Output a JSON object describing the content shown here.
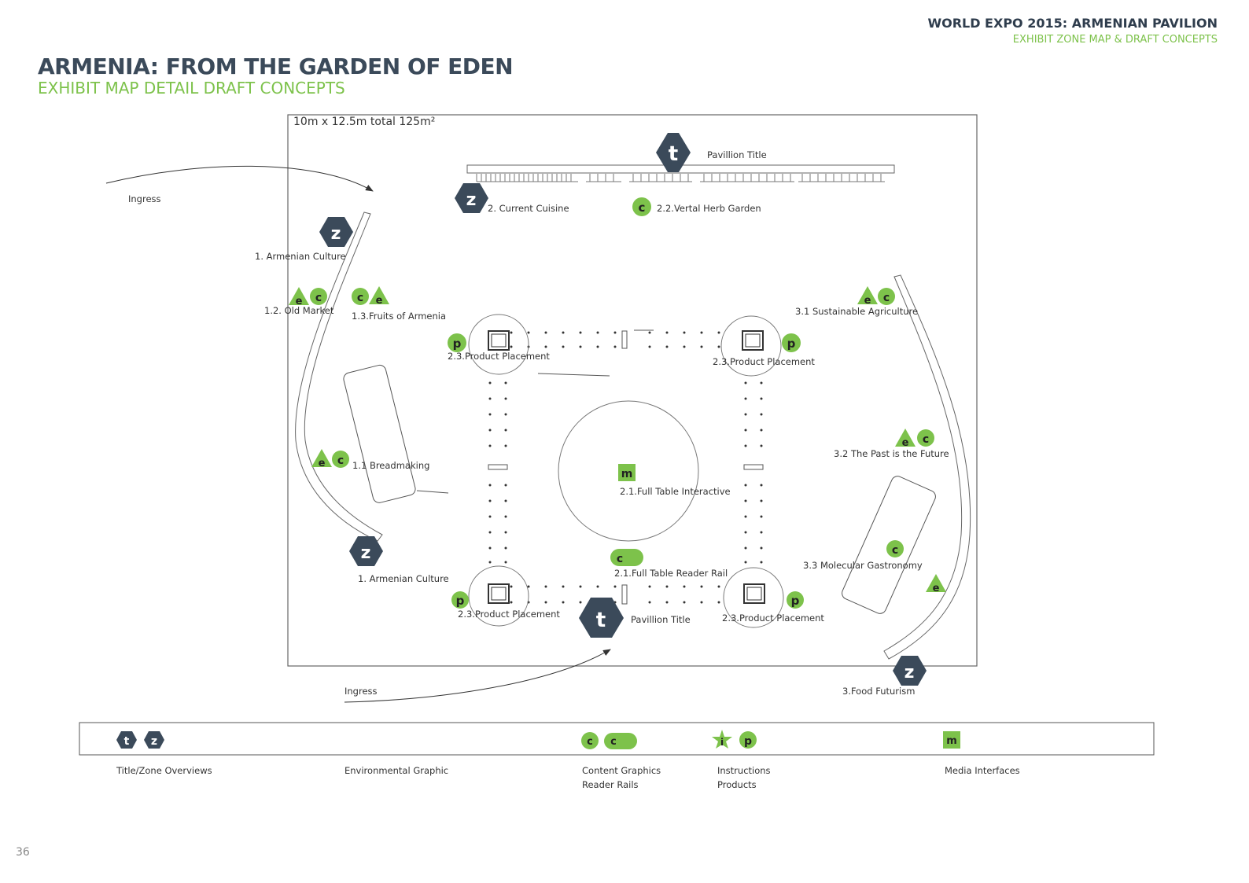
{
  "header": {
    "line1": "WORLD EXPO 2015: ARMENIAN PAVILION",
    "line2": "EXHIBIT ZONE MAP & DRAFT CONCEPTS"
  },
  "title": "ARMENIA: FROM THE GARDEN OF EDEN",
  "subtitle": "EXHIBIT MAP DETAIL DRAFT CONCEPTS",
  "plan_dimensions": "10m x 12.5m total 125m²",
  "labels": {
    "pavilion_title_top": "Pavillion Title",
    "current_cuisine": "2. Current Cuisine",
    "herb_garden": "2.2.Vertal Herb Garden",
    "ingress_top": "Ingress",
    "armenian_culture_top": "1. Armenian Culture",
    "old_market": "1.2. Old Market",
    "fruits": "1.3.Fruits of Armenia",
    "sustainable": "3.1  Sustainable Agriculture",
    "pp_top_left": "2.3.Product Placement",
    "pp_top_right": "2.3.Product Placement",
    "breadmaking": "1.1  Breadmaking",
    "past_future": "3.2  The Past is the Future",
    "full_table_interactive": "2.1.Full Table Interactive",
    "molecular": "3.3 Molecular Gastronomy",
    "full_table_rail": "2.1.Full Table Reader Rail",
    "armenian_culture_bottom": "1. Armenian Culture",
    "pp_bottom_left": "2.3.Product Placement",
    "pavilion_title_bottom": "Pavillion Title",
    "pp_bottom_right": "2.3.Product Placement",
    "ingress_bottom": "Ingress",
    "food_futurism": "3.Food Futurism"
  },
  "icons": {
    "t": "t",
    "z": "z",
    "c": "c",
    "e": "e",
    "p": "p",
    "m": "m",
    "i": "i"
  },
  "legend": {
    "title_zone": "Title/Zone Overviews",
    "environmental": "Environmental Graphic",
    "content_graphics": "Content Graphics",
    "reader_rails": "Reader Rails",
    "instructions": "Instructions",
    "products": "Products",
    "media": "Media Interfaces"
  },
  "page_number": "36",
  "colors": {
    "dark": "#3b4a5a",
    "green": "#7dc24b",
    "line": "#666666"
  }
}
